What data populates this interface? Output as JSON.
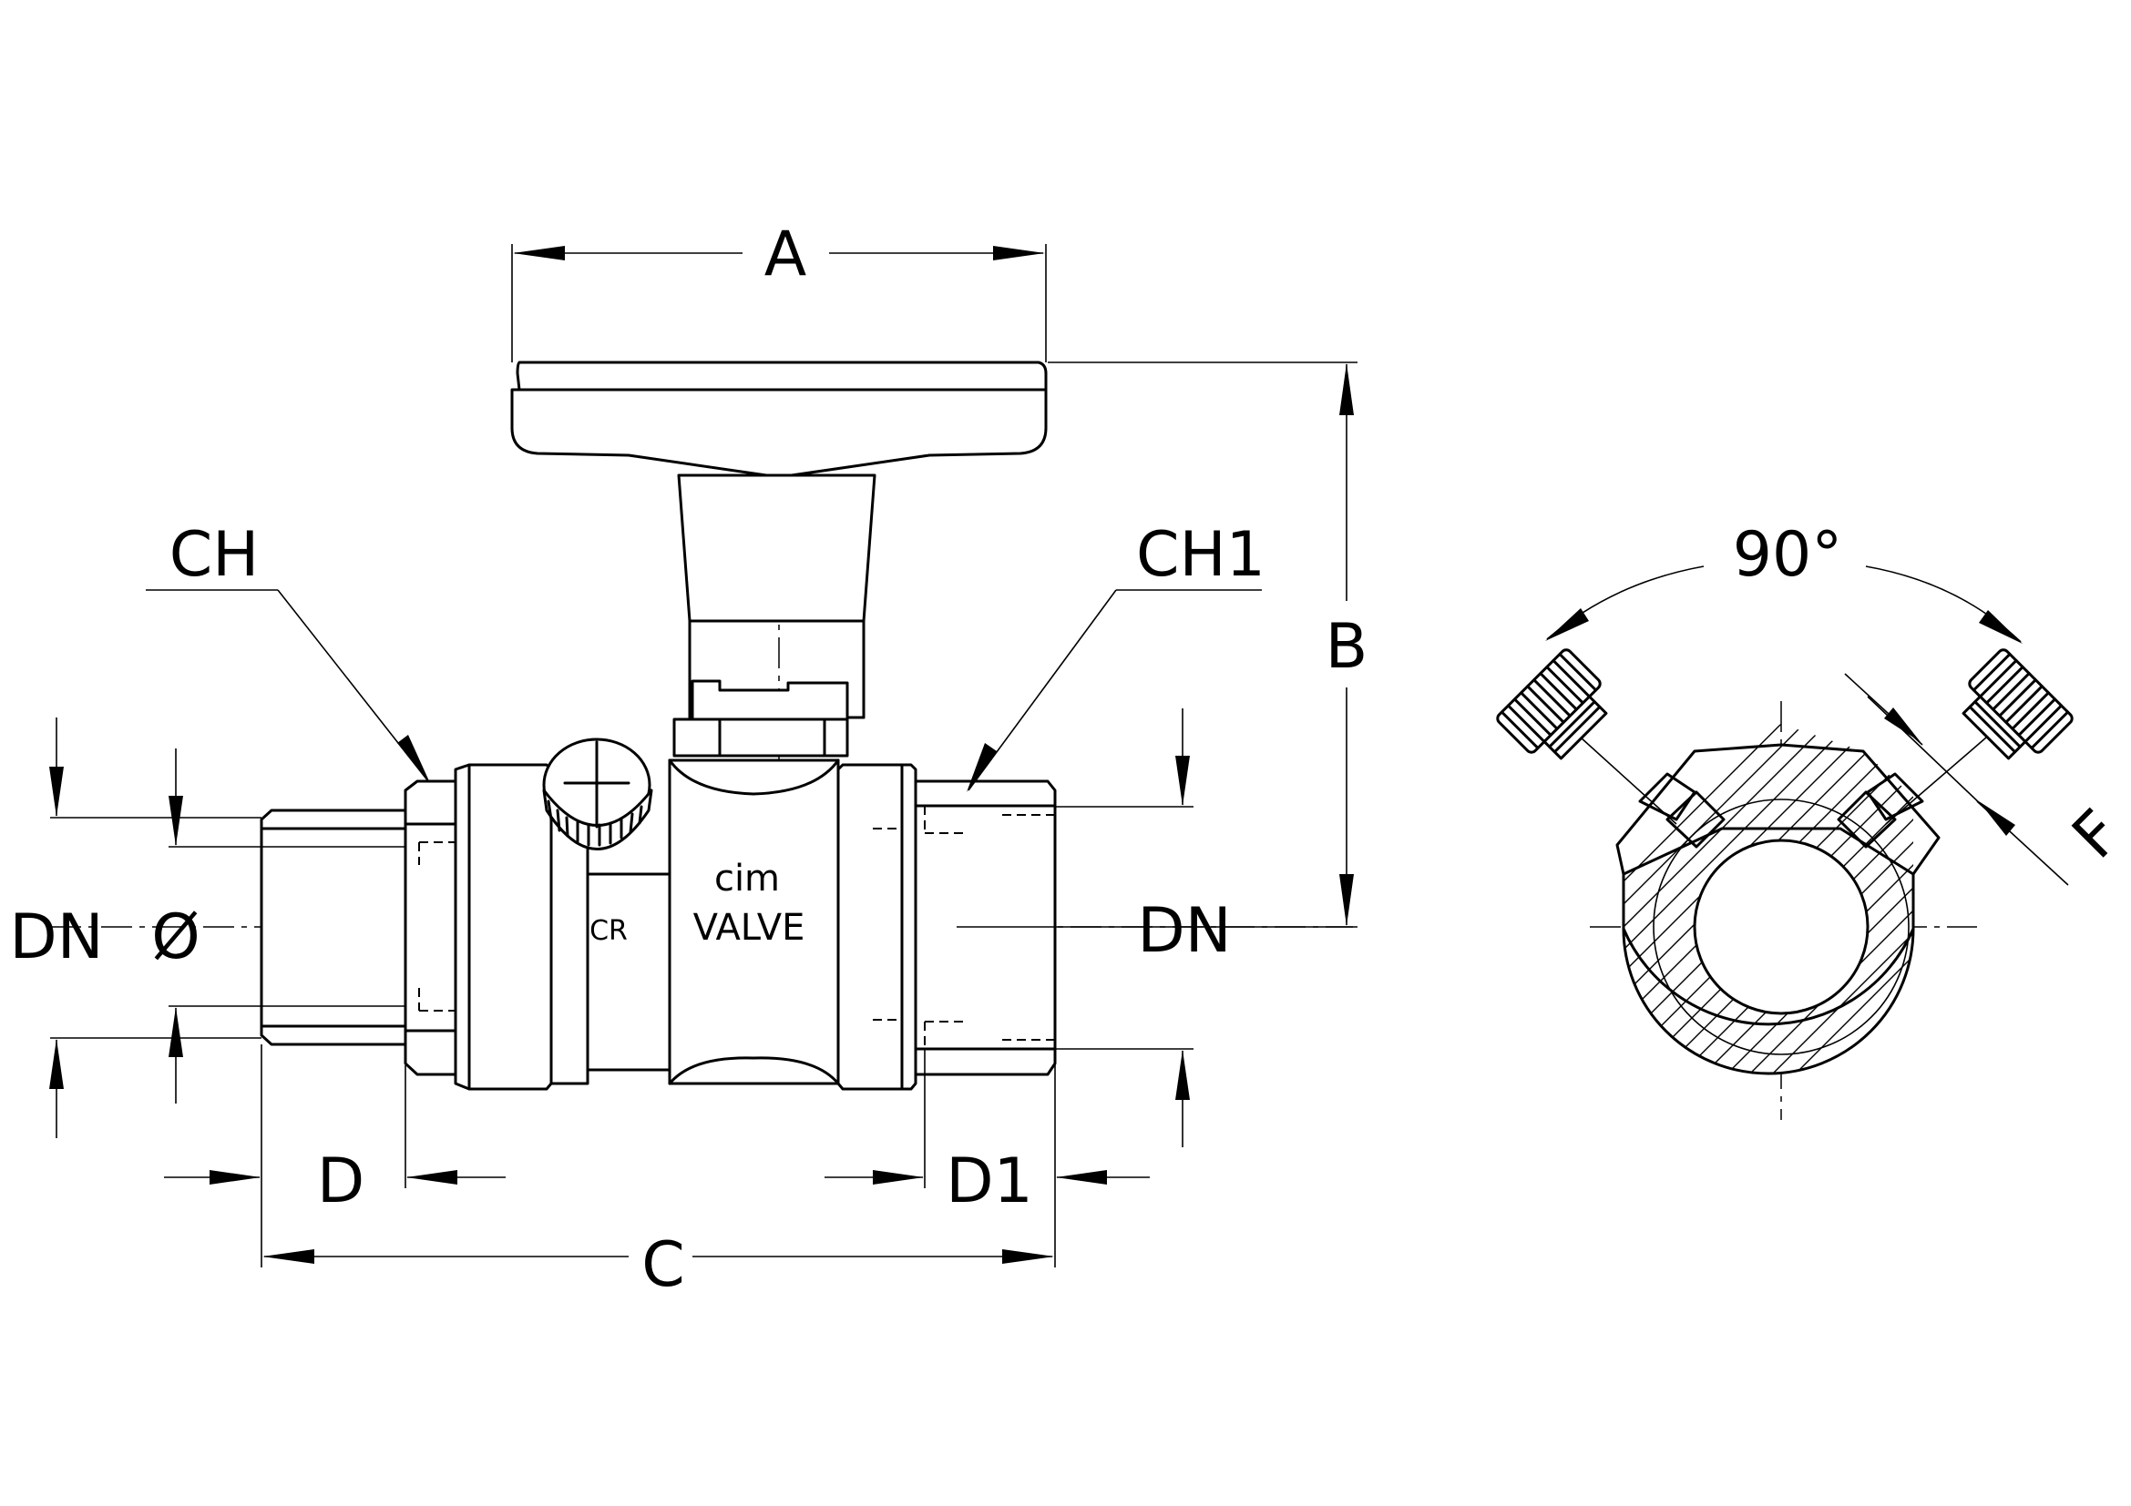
{
  "dimensions": {
    "a": "A",
    "b": "B",
    "c": "C",
    "d": "D",
    "d1": "D1",
    "dn_left": "DN",
    "dn_right": "DN",
    "diameter": "Ø",
    "ch": "CH",
    "ch1": "CH1",
    "angle": "90°",
    "f": "F"
  },
  "logo": {
    "brand": "cim",
    "model": "VALVE",
    "mark": "CR"
  }
}
